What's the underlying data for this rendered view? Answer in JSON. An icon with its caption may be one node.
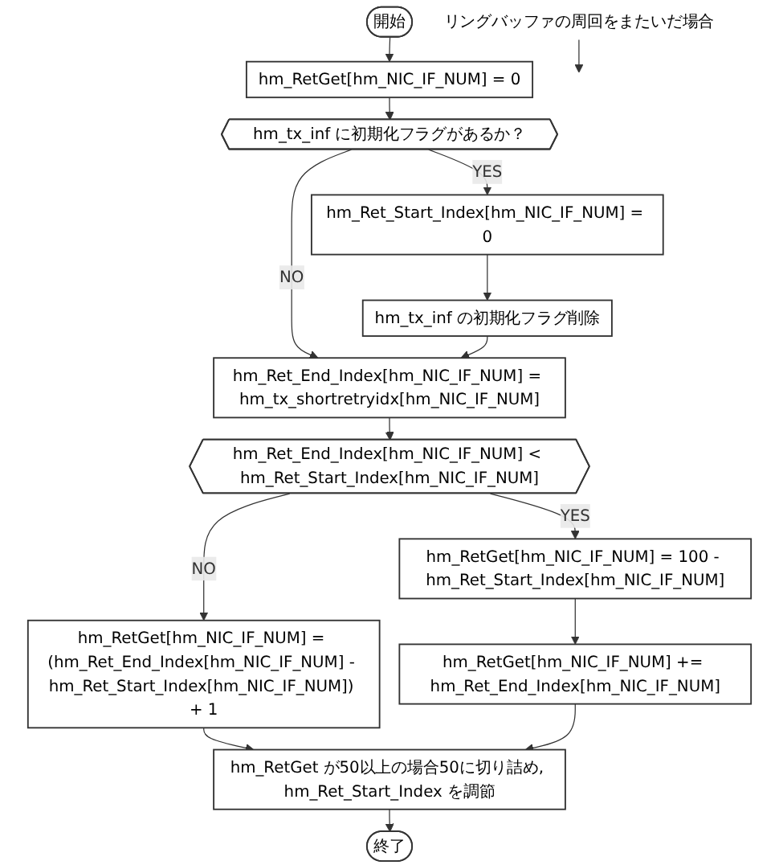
{
  "diagram": {
    "nodes": [
      {
        "text": [
          "開始"
        ]
      },
      {
        "text": [
          "hm_RetGet[hm_NIC_IF_NUM] = 0"
        ]
      },
      {
        "text": [
          "hm_tx_inf に初期化フラグがあるか？"
        ]
      },
      {
        "text": [
          "hm_Ret_Start_Index[hm_NIC_IF_NUM] = 0"
        ]
      },
      {
        "text": [
          "hm_tx_inf の初期化フラグ削除"
        ]
      },
      {
        "text": [
          "hm_Ret_End_Index[hm_NIC_IF_NUM] = hm_tx_shortretryidx[hm_NIC_IF_NUM]"
        ]
      },
      {
        "text": [
          "hm_Ret_End_Index[hm_NIC_IF_NUM] < hm_Ret_Start_Index[hm_NIC_IF_NUM]"
        ]
      },
      {
        "text": [
          "リングバッファの周回をまたいだ場合"
        ]
      },
      {
        "text": [
          "hm_RetGet[hm_NIC_IF_NUM] = 100 - hm_Ret_Start_Index[hm_NIC_IF_NUM]"
        ]
      },
      {
        "text": [
          "hm_RetGet[hm_NIC_IF_NUM] = (hm_Ret_End_Index[hm_NIC_IF_NUM] - hm_Ret_Start_Index[hm_NIC_IF_NUM]) + 1"
        ]
      },
      {
        "text": [
          "hm_RetGet[hm_NIC_IF_NUM] += hm_Ret_End_Index[hm_NIC_IF_NUM]"
        ]
      },
      {
        "text": [
          "hm_RetGet が50以上の場合50に切り詰め, hm_Ret_Start_Index を調節"
        ]
      },
      {
        "text": [
          "終了"
        ]
      }
    ],
    "edges": [
      {
        "from": 0,
        "to": 1,
        "arrow": "to"
      },
      {
        "from": 1,
        "to": 2,
        "arrow": "to"
      },
      {
        "from": 2,
        "to": 3,
        "label": "YES",
        "arrow": "to"
      },
      {
        "from": 3,
        "to": 4,
        "arrow": "to"
      },
      {
        "from": 2,
        "to": 5,
        "label": "NO",
        "arrow": "to"
      },
      {
        "from": 4,
        "to": 5,
        "arrow": "to"
      },
      {
        "from": 5,
        "to": 6,
        "arrow": "to"
      },
      {
        "from": 6,
        "to": 8,
        "label": "YES",
        "arrow": "to"
      },
      {
        "from": 7,
        "to": null,
        "arrow": "to"
      },
      {
        "from": 6,
        "to": 9,
        "label": "NO",
        "arrow": "to"
      },
      {
        "from": 8,
        "to": 10,
        "arrow": "to"
      },
      {
        "from": 9,
        "to": 11,
        "arrow": "to"
      },
      {
        "from": 10,
        "to": 11,
        "arrow": "to"
      },
      {
        "from": 11,
        "to": 12,
        "arrow": "to"
      }
    ]
  }
}
